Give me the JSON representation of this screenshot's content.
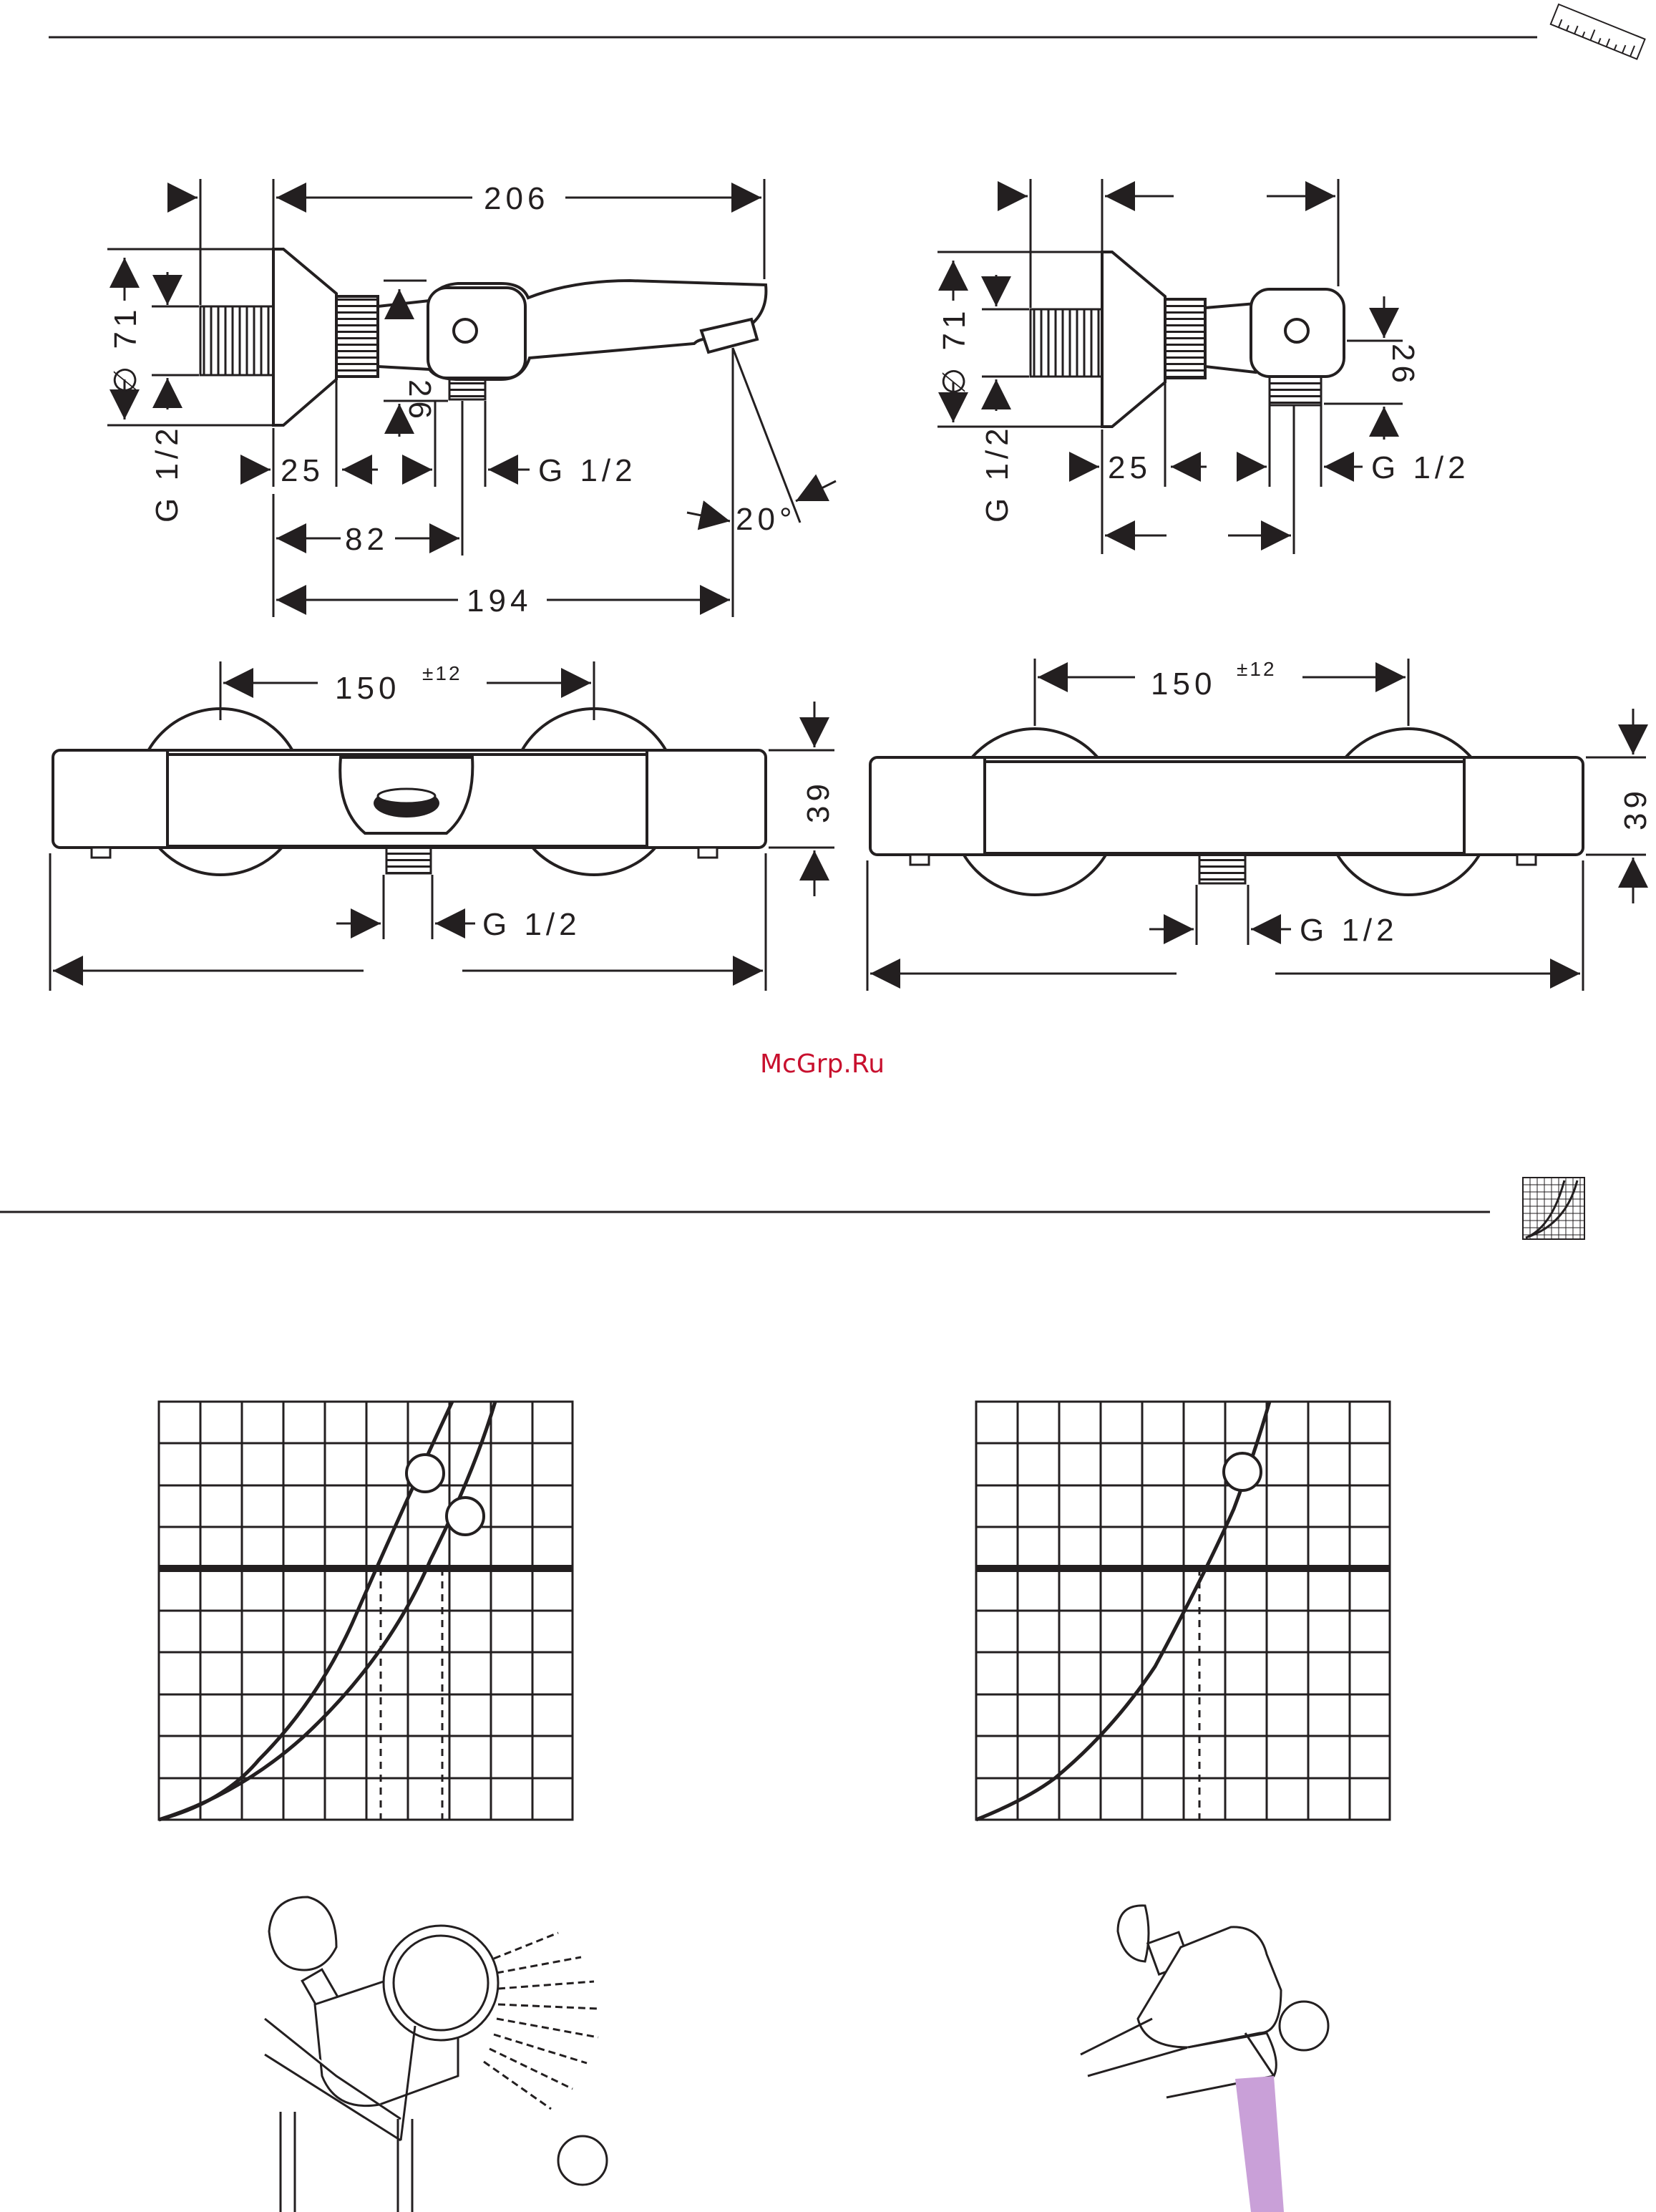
{
  "watermark": "McGrp.Ru",
  "icons": [
    "ruler-icon",
    "flow-chart-icon"
  ],
  "colors": {
    "line": "#231f20",
    "watermark": "#c8102e",
    "spray": "#c9a0d8"
  },
  "top_left_drawing": {
    "dim_overall_length": "206",
    "dim_flange_diameter": "∅ 71",
    "dim_height_small": "26",
    "dim_thread_left": "G 1/2",
    "dim_offset": "25",
    "dim_thread_outlet": "G 1/2",
    "dim_angle": "20°",
    "dim_spout_axis": "82",
    "dim_spout_reach": "194"
  },
  "top_right_drawing": {
    "dim_flange_diameter": "∅ 71",
    "dim_thread_left": "G 1/2",
    "dim_offset": "25",
    "dim_thread_outlet": "G 1/2",
    "dim_height_small": "26"
  },
  "bottom_left_drawing": {
    "dim_centers": "150",
    "dim_tolerance": "±12",
    "dim_height": "39",
    "dim_thread": "G 1/2"
  },
  "bottom_right_drawing": {
    "dim_centers": "150",
    "dim_tolerance": "±12",
    "dim_height": "39",
    "dim_thread": "G 1/2"
  },
  "flow_charts": [
    {
      "grid": "10 x 10",
      "curves": 2,
      "markers": 2
    },
    {
      "grid": "10 x 10",
      "curves": 1,
      "markers": 1
    }
  ]
}
